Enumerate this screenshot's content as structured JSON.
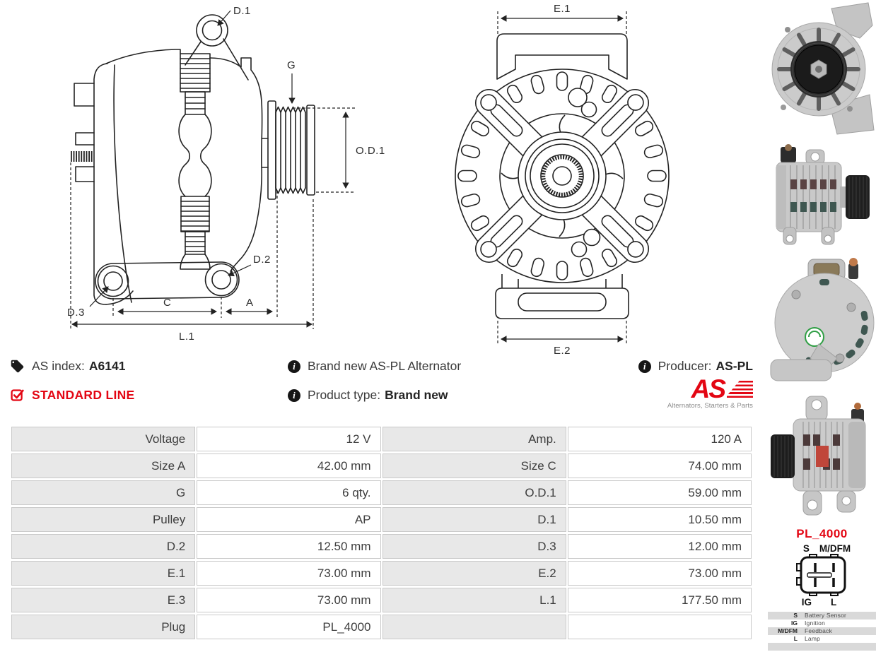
{
  "info": {
    "as_index": {
      "label": "AS index:",
      "value": "A6141"
    },
    "line": "STANDARD LINE",
    "description": "Brand new AS-PL Alternator",
    "product_type": {
      "label": "Product type:",
      "value": "Brand new"
    },
    "producer": {
      "label": "Producer:",
      "value": "AS-PL"
    },
    "logo": {
      "text": "AS",
      "tagline": "Alternators, Starters & Parts"
    }
  },
  "diagram_labels": {
    "d1": "D.1",
    "g": "G",
    "od1": "O.D.1",
    "d2": "D.2",
    "d3": "D.3",
    "c": "C",
    "a": "A",
    "l1": "L.1",
    "e1": "E.1",
    "e2": "E.2"
  },
  "specs": {
    "rows": [
      {
        "l1": "Voltage",
        "v1": "12 V",
        "l2": "Amp.",
        "v2": "120 A"
      },
      {
        "l1": "Size A",
        "v1": "42.00 mm",
        "l2": "Size C",
        "v2": "74.00 mm"
      },
      {
        "l1": "G",
        "v1": "6 qty.",
        "l2": "O.D.1",
        "v2": "59.00 mm"
      },
      {
        "l1": "Pulley",
        "v1": "AP",
        "l2": "D.1",
        "v2": "10.50 mm"
      },
      {
        "l1": "D.2",
        "v1": "12.50 mm",
        "l2": "D.3",
        "v2": "12.00 mm"
      },
      {
        "l1": "E.1",
        "v1": "73.00 mm",
        "l2": "E.2",
        "v2": "73.00 mm"
      },
      {
        "l1": "E.3",
        "v1": "73.00 mm",
        "l2": "L.1",
        "v2": "177.50 mm"
      },
      {
        "l1": "Plug",
        "v1": "PL_4000",
        "l2": "",
        "v2": ""
      }
    ]
  },
  "plug": {
    "name": "PL_4000",
    "pins_top": [
      "S",
      "M/DFM"
    ],
    "pins_bottom": [
      "IG",
      "L"
    ],
    "legend": [
      {
        "key": "S",
        "value": "Battery Sensor"
      },
      {
        "key": "IG",
        "value": "Ignition"
      },
      {
        "key": "M/DFM",
        "value": "Feedback"
      },
      {
        "key": "L",
        "value": "Lamp"
      },
      {
        "key": "",
        "value": ""
      }
    ]
  },
  "colors": {
    "accent_red": "#e30613",
    "table_label_bg": "#e8e8e8",
    "table_border": "#c9c9c9",
    "text": "#3d3d3d"
  }
}
